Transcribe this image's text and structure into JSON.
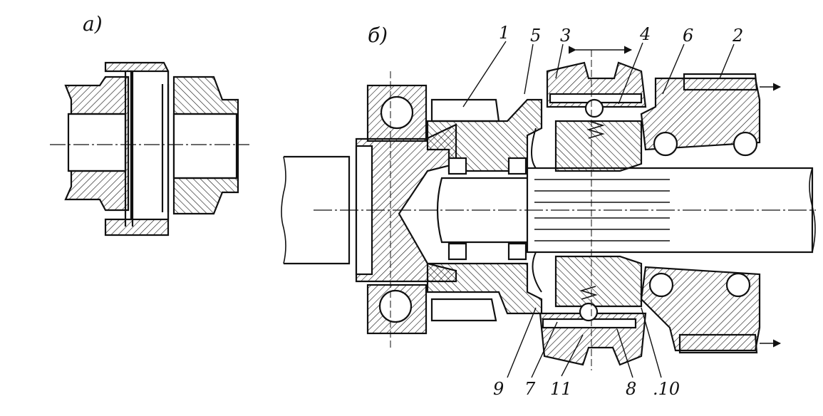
{
  "figure": {
    "panel_a_label": "а)",
    "panel_b_label": "б)"
  },
  "callouts": {
    "top": [
      "1",
      "5",
      "3",
      "4",
      "6",
      "2"
    ],
    "bottom": [
      "9",
      "7",
      "11",
      "8",
      ".10"
    ]
  },
  "colors": {
    "ink": "#111111",
    "paper": "#ffffff"
  }
}
